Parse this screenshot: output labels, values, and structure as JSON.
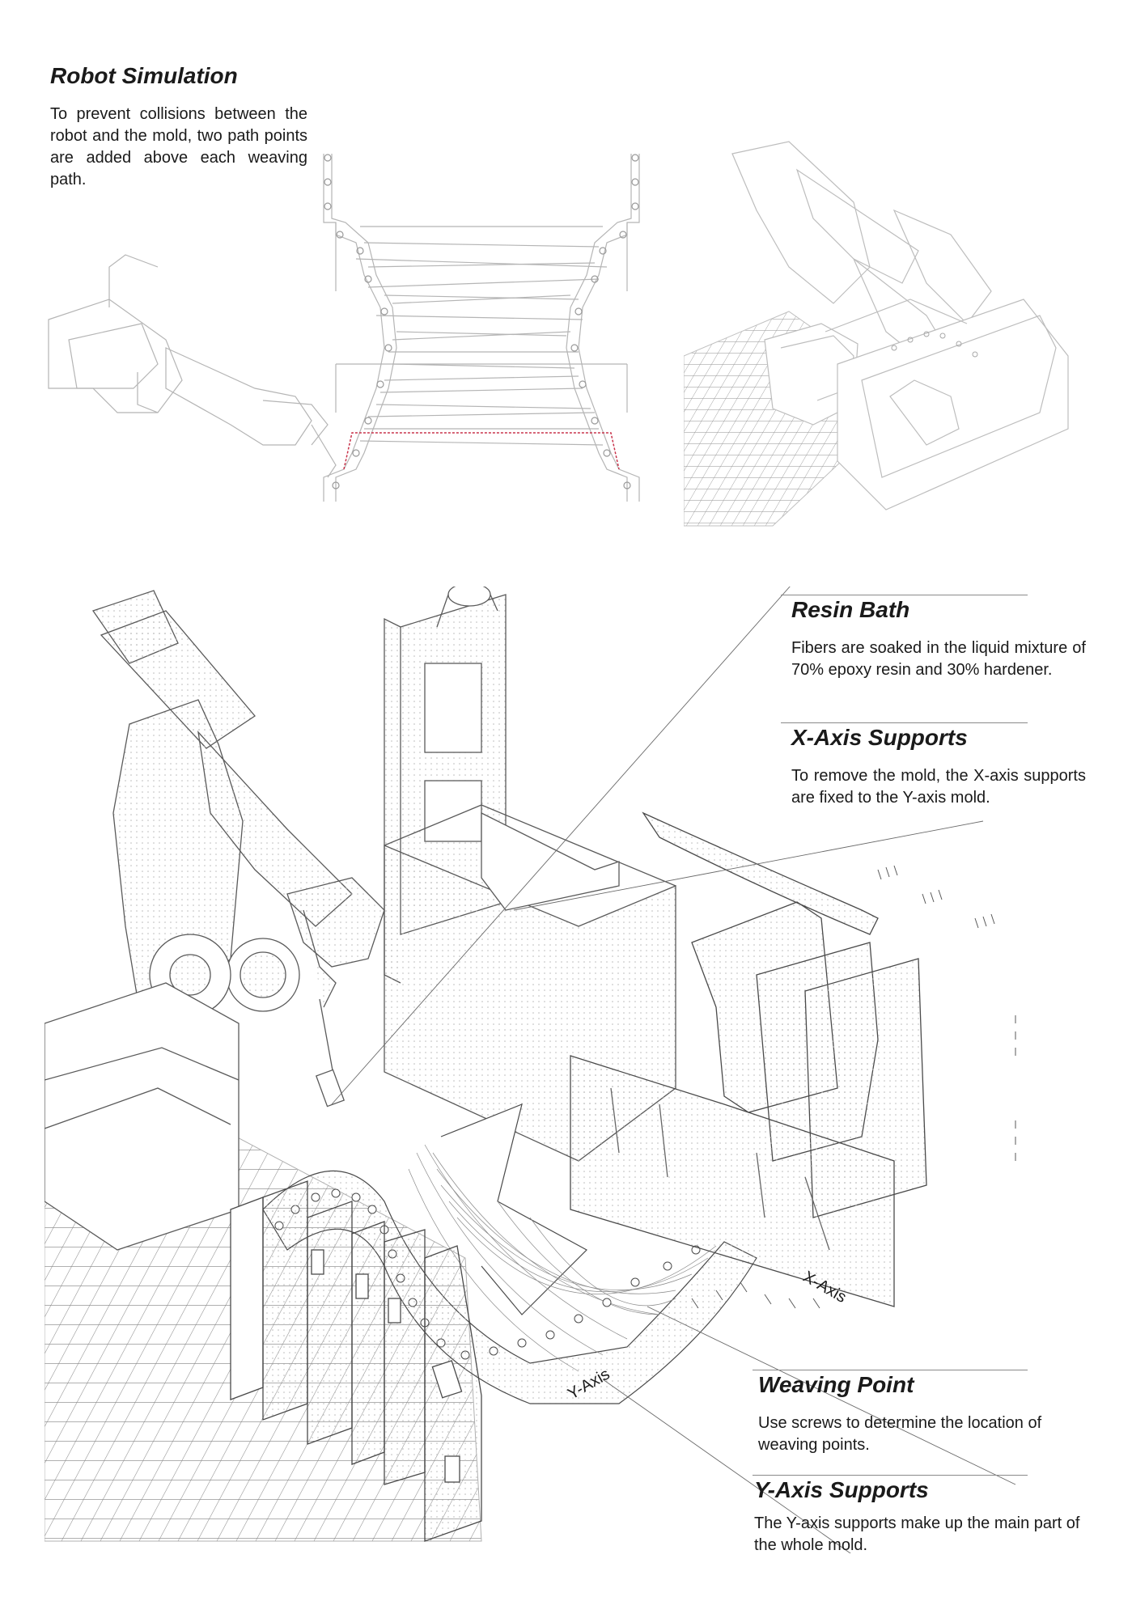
{
  "robot_simulation": {
    "title": "Robot Simulation",
    "description": "To prevent collisions between the robot and the mold, two path points are added above each weaving path."
  },
  "callouts": [
    {
      "title": "Resin Bath",
      "description": "Fibers are soaked in the liquid mixture of 70% epoxy resin and 30% hardener."
    },
    {
      "title": "X-Axis Supports",
      "description": "To remove the mold, the X-axis supports are fixed to the Y-axis mold."
    },
    {
      "title": "Weaving Point",
      "description": "Use screws to determine the location of weaving points."
    },
    {
      "title": "Y-Axis Supports",
      "description": "The Y-axis supports make up the main part of the whole mold."
    }
  ],
  "axis_labels": {
    "x_axis": "X-Axis",
    "y_axis": "Y-Axis"
  }
}
